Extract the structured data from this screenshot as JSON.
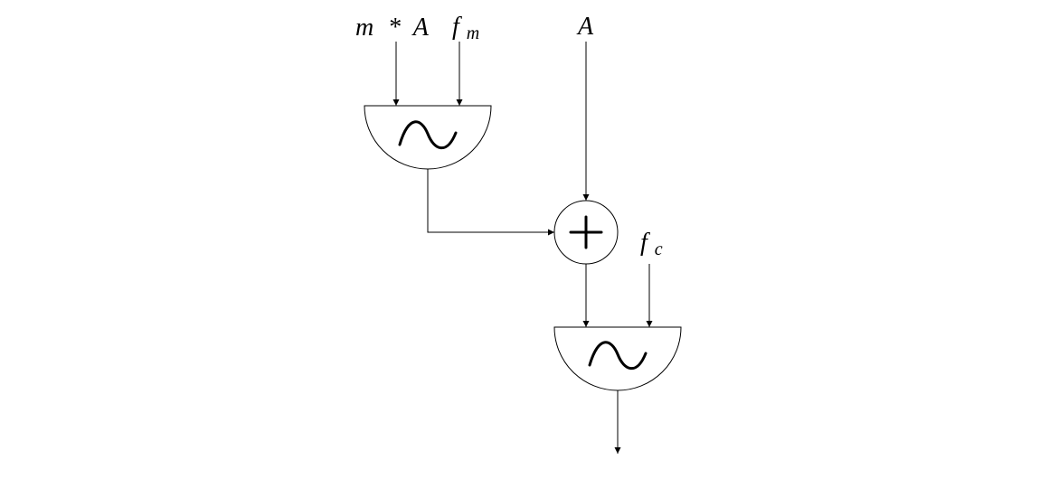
{
  "labels": {
    "mod_amp_m": "m",
    "mod_amp_star": "*",
    "mod_amp_a": "A",
    "mod_freq_base": "f",
    "mod_freq_sub": "m",
    "carrier_amp": "A",
    "carrier_freq_base": "f",
    "carrier_freq_sub": "c"
  },
  "colors": {
    "stroke": "#000000",
    "background": "#ffffff"
  },
  "icons": {
    "oscillator": "sine-wave-icon",
    "adder": "plus-icon"
  }
}
